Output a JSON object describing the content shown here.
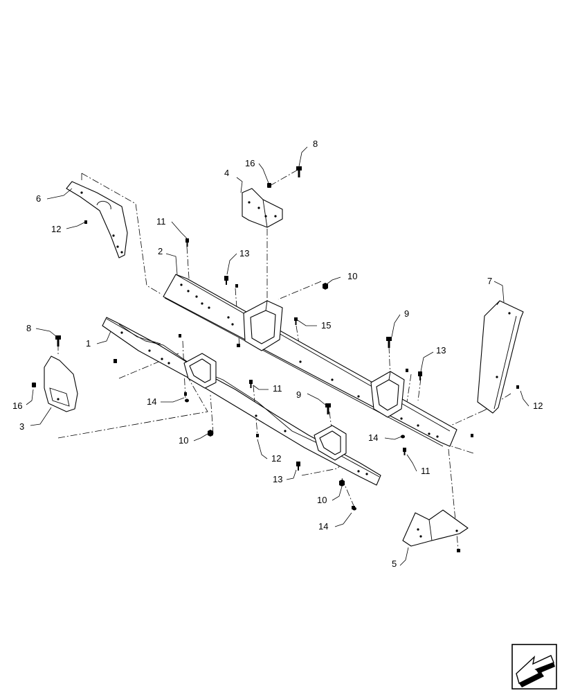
{
  "callouts": {
    "c1": "1",
    "c2": "2",
    "c3": "3",
    "c4": "4",
    "c5": "5",
    "c6": "6",
    "c7": "7",
    "c8a": "8",
    "c8b": "8",
    "c9a": "9",
    "c9b": "9",
    "c10a": "10",
    "c10b": "10",
    "c10c": "10",
    "c11a": "11",
    "c11b": "11",
    "c11c": "11",
    "c12a": "12",
    "c12b": "12",
    "c12c": "12",
    "c13a": "13",
    "c13b": "13",
    "c13c": "13",
    "c14a": "14",
    "c14b": "14",
    "c14c": "14",
    "c15": "15",
    "c16a": "16",
    "c16b": "16"
  },
  "icons": {
    "orientation": "arrow-orientation-icon"
  }
}
